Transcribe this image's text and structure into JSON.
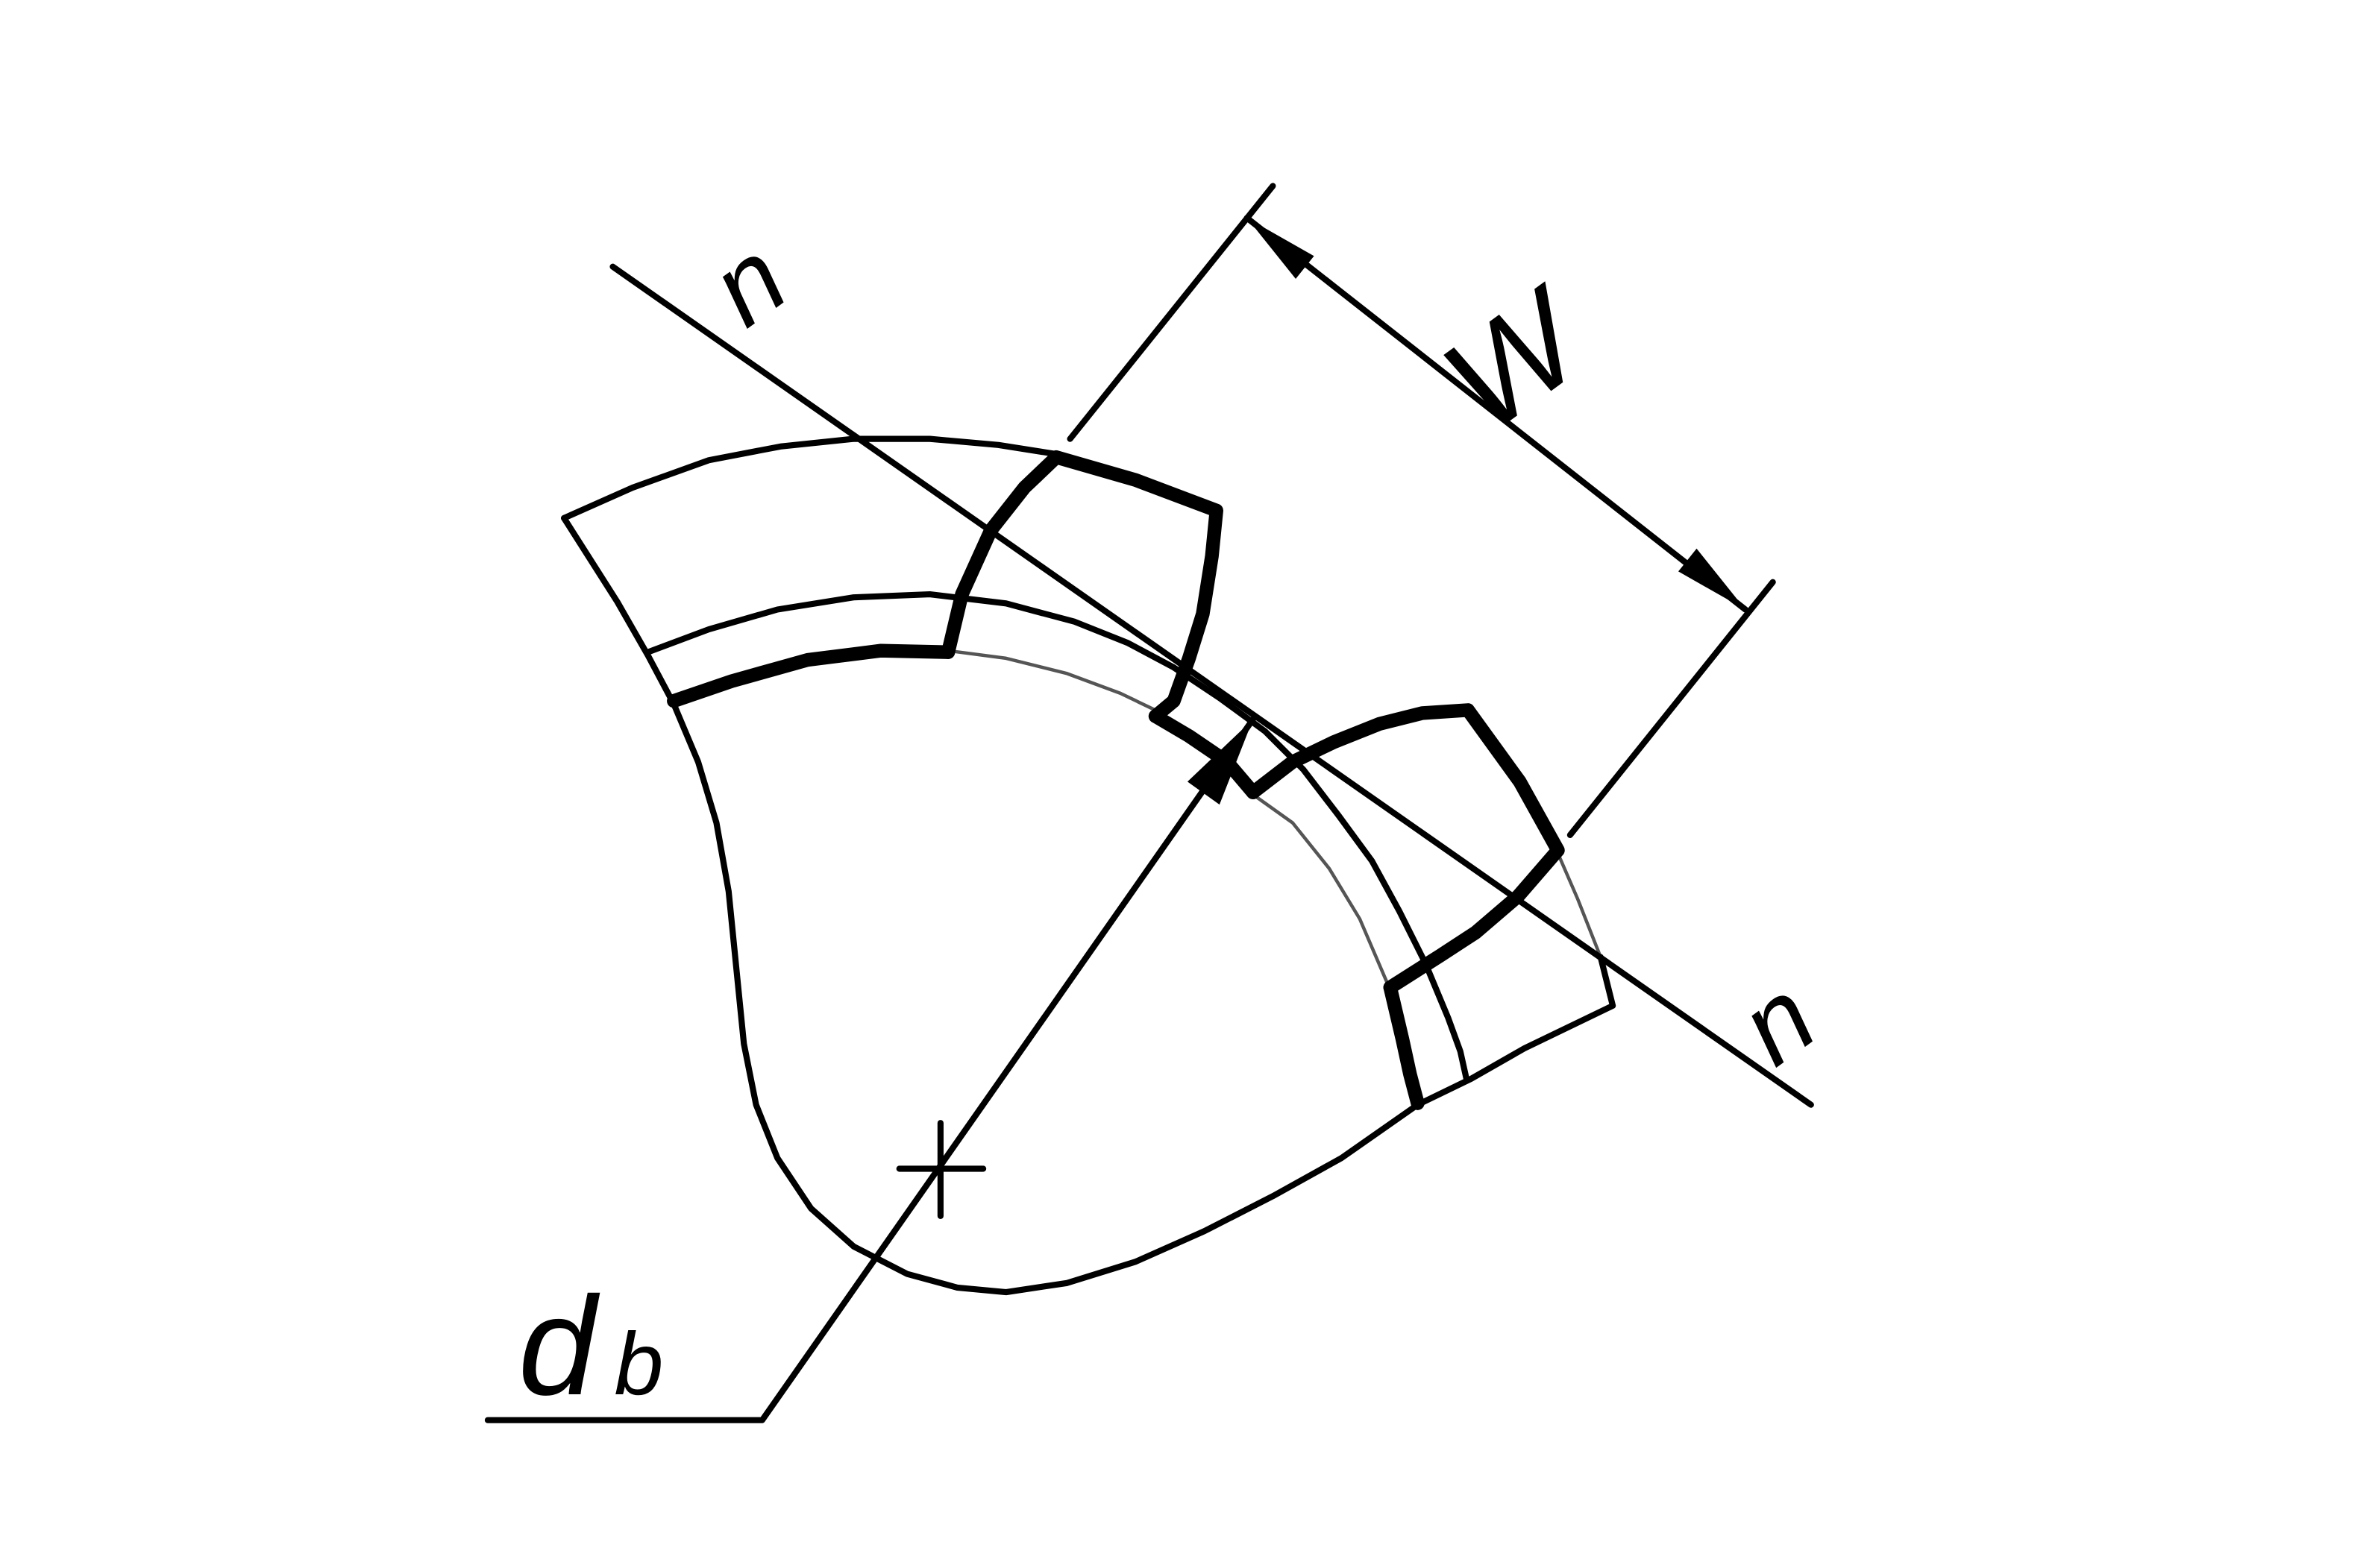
{
  "labels": {
    "normal_top": "n",
    "normal_bottom": "n",
    "span": "W",
    "base_diameter_main": "d",
    "base_diameter_sub": "b"
  },
  "colors": {
    "stroke": "#000000",
    "background": "#ffffff"
  }
}
